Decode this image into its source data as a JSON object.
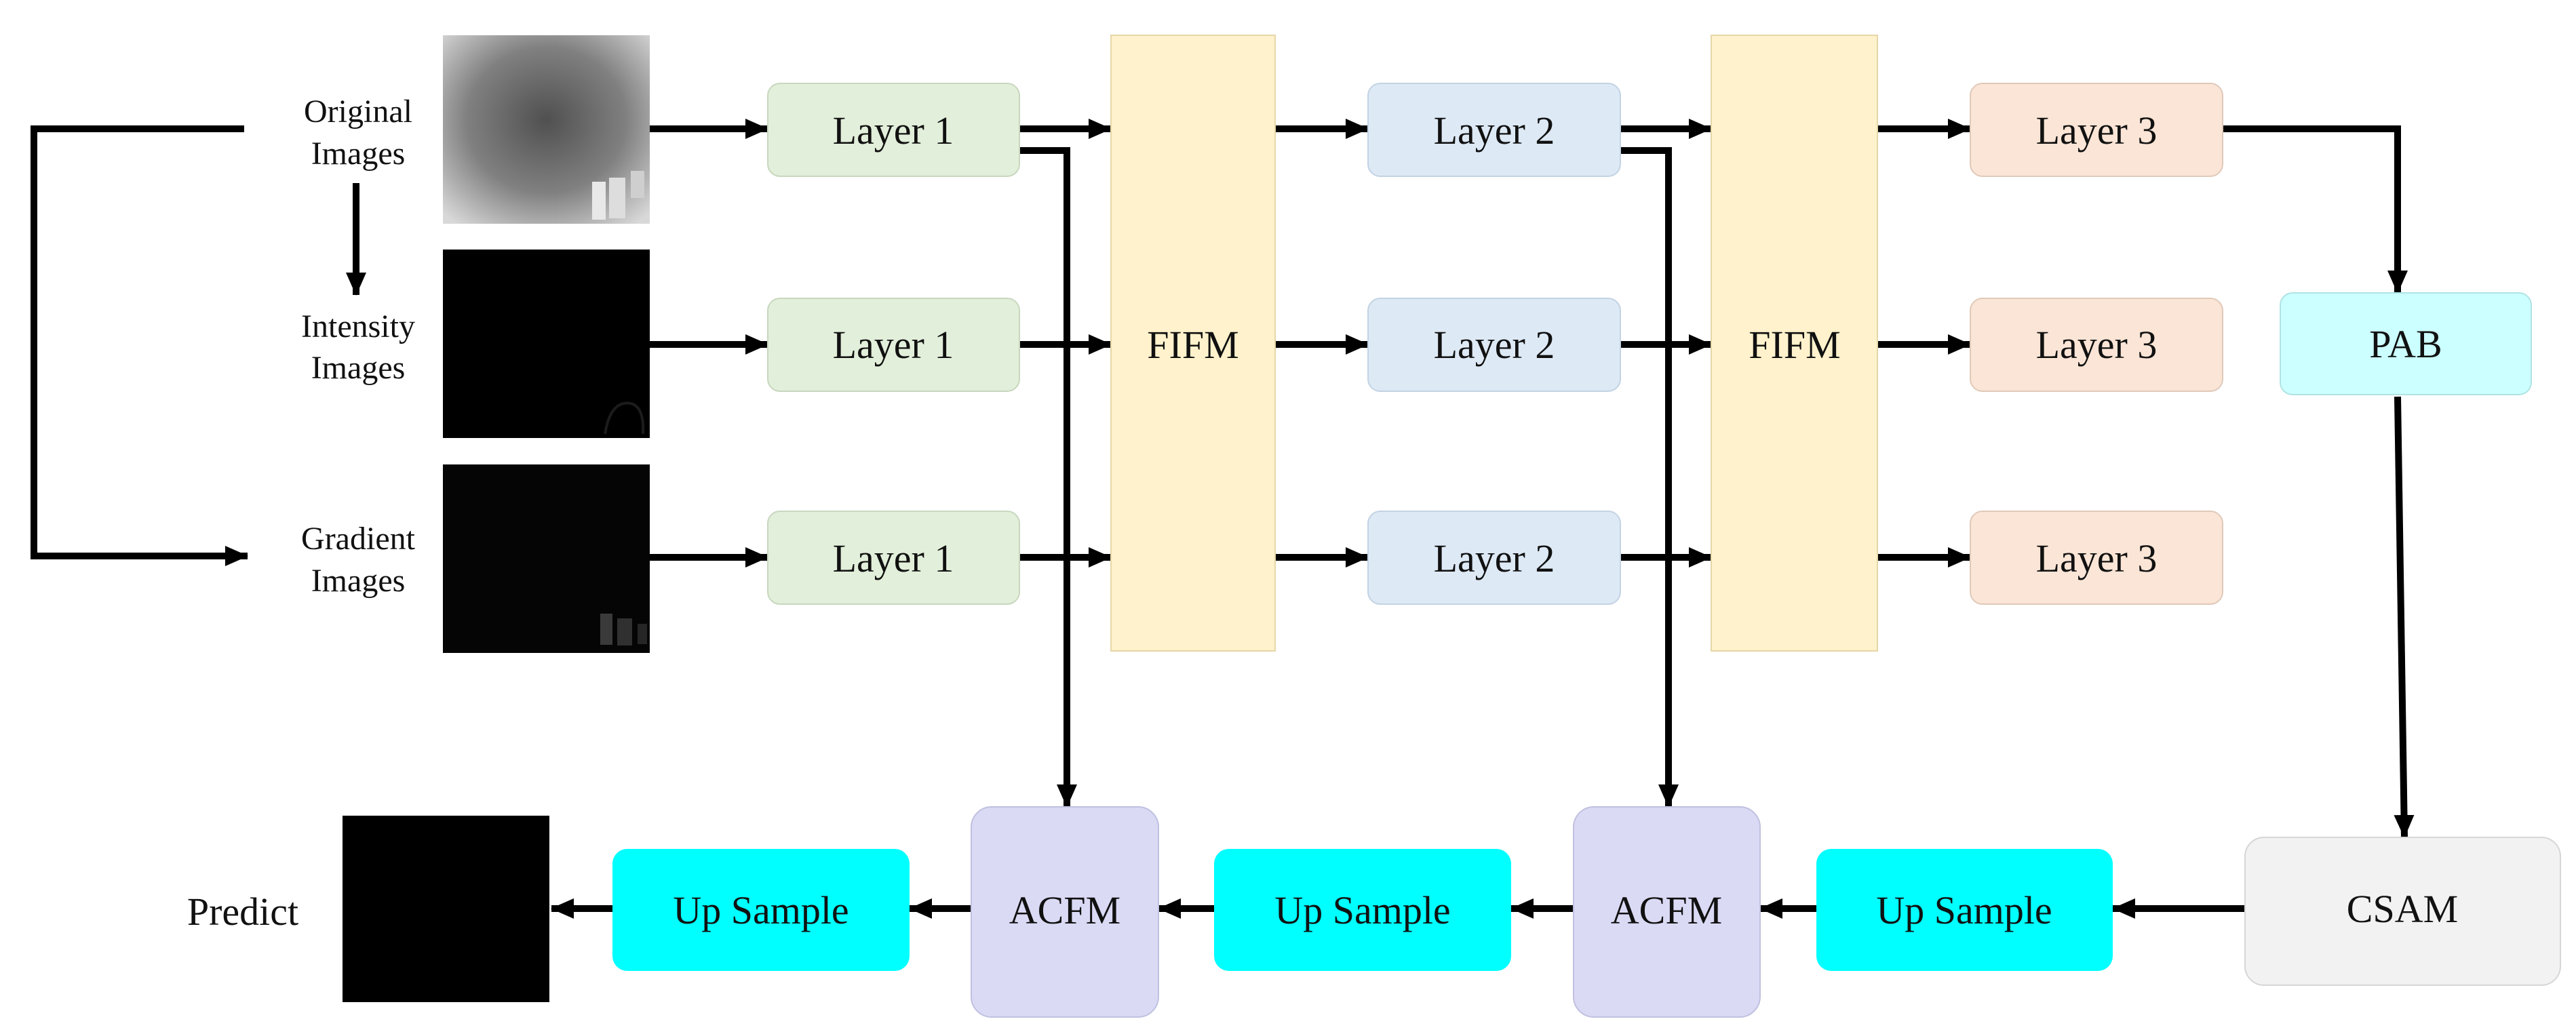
{
  "inputs": {
    "original": [
      "Original",
      "Images"
    ],
    "intensity": [
      "Intensity",
      "Images"
    ],
    "gradient": [
      "Gradient",
      "Images"
    ]
  },
  "blocks": {
    "layer1": "Layer 1",
    "layer2": "Layer 2",
    "layer3": "Layer 3",
    "fifm": "FIFM",
    "pab": "PAB",
    "csam": "CSAM",
    "acfm": "ACFM",
    "upsample": "Up Sample"
  },
  "output": {
    "label": "Predict"
  },
  "colors": {
    "layer1": "#e2efda",
    "layer2": "#dde9f5",
    "layer3": "#fbe5d6",
    "fifm": "#fff2cc",
    "pab": "#ccffff",
    "csam": "#f2f2f2",
    "acfm": "#dadaf5",
    "upsample": "#00ffff",
    "arrow": "#000000"
  }
}
